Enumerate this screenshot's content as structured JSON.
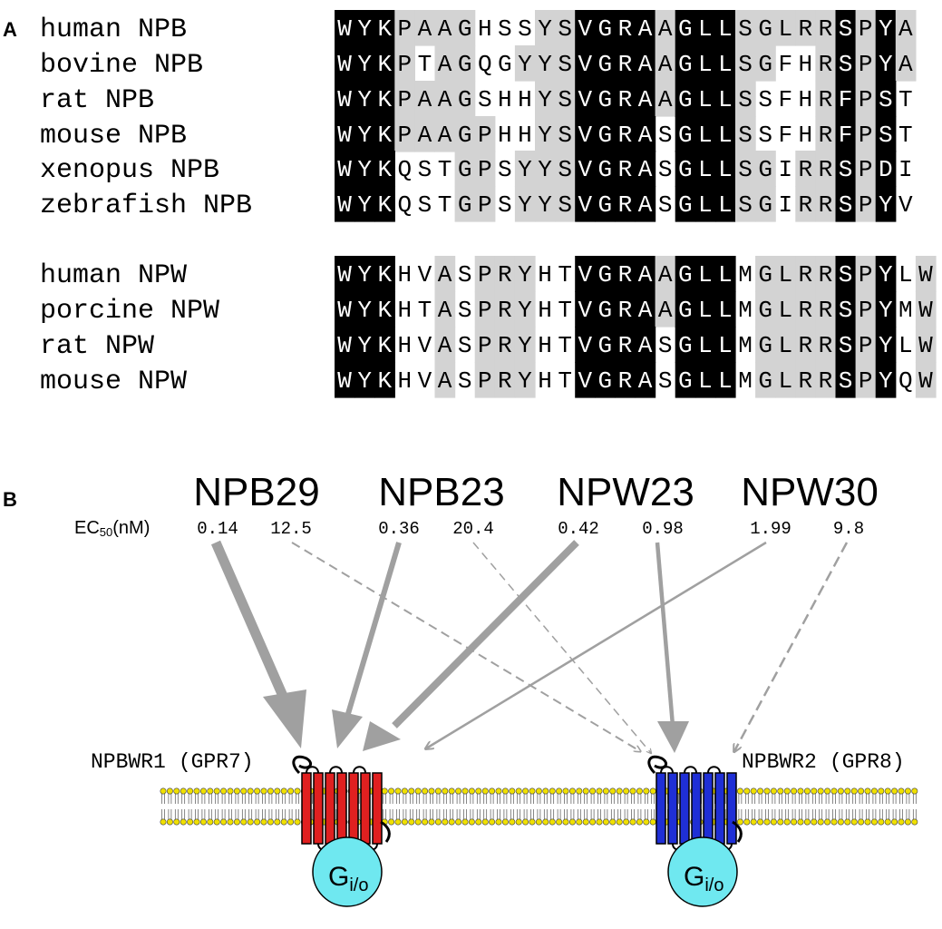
{
  "panel_a": {
    "label": "A",
    "sequences": [
      {
        "species": "human NPB",
        "sequence": "WYKPAAGHSSYSVGRAAGLLSGLRRSPYA"
      },
      {
        "species": "bovine NPB",
        "sequence": "WYKPTAGQGYYSVGRAAGLLSGFHRSPYA"
      },
      {
        "species": "rat NPB",
        "sequence": "WYKPAAGSHHYSVGRAAGLLSSFHRFPST"
      },
      {
        "species": "mouse NPB",
        "sequence": "WYKPAAGPHHYSVGRASGLLSSFHRFPST"
      },
      {
        "species": "xenopus NPB",
        "sequence": "WYKQSTGPSYYSVGRASGLLSGIRRSPDI"
      },
      {
        "species": "zebrafish NPB",
        "sequence": "WYKQSTGPSYYSVGRASGLLSGIRRSPYV"
      },
      {
        "species": "human NPW",
        "sequence": "WYKHVASPRYHTVGRAAGLLMGLRRSPYLW"
      },
      {
        "species": "porcine NPW",
        "sequence": "WYKHTASPRYHTVGRAAGLLMGLRRSPYMW"
      },
      {
        "species": "rat NPW",
        "sequence": "WYKHVASPRYHTVGRASGLLMGLRRSPYLW"
      },
      {
        "species": "mouse NPW",
        "sequence": "WYKHVASPRYHTVGRASGLLMGLRRSPYQW"
      }
    ],
    "shading": {
      "identical_color": "#000000",
      "similar_color": "#d3d3d3",
      "identical_columns": [
        0,
        1,
        2,
        12,
        13,
        14,
        15,
        17,
        18,
        19,
        25,
        27
      ]
    }
  },
  "panel_b": {
    "label": "B",
    "ec50_label": "EC",
    "ec50_sub": "50",
    "ec50_unit": "(nM)",
    "peptides": [
      {
        "name": "NPB29",
        "ec50_r1": "0.14",
        "ec50_r2": "12.5"
      },
      {
        "name": "NPB23",
        "ec50_r1": "0.36",
        "ec50_r2": "20.4"
      },
      {
        "name": "NPW23",
        "ec50_r1": "0.42",
        "ec50_r2": "0.98"
      },
      {
        "name": "NPW30",
        "ec50_r1": "1.99",
        "ec50_r2": "9.8"
      }
    ],
    "receptors": [
      {
        "name": "NPBWR1",
        "alias": "(GPR7)",
        "color": "#e02020",
        "g_protein": "G",
        "g_sub": "i/o"
      },
      {
        "name": "NPBWR2",
        "alias": "(GPR8)",
        "color": "#1f2fd6",
        "g_protein": "G",
        "g_sub": "i/o"
      }
    ],
    "colors": {
      "arrow": "#a0a0a0",
      "lipid_head": "#f0e000",
      "g_protein": "#6fe8f0"
    }
  }
}
